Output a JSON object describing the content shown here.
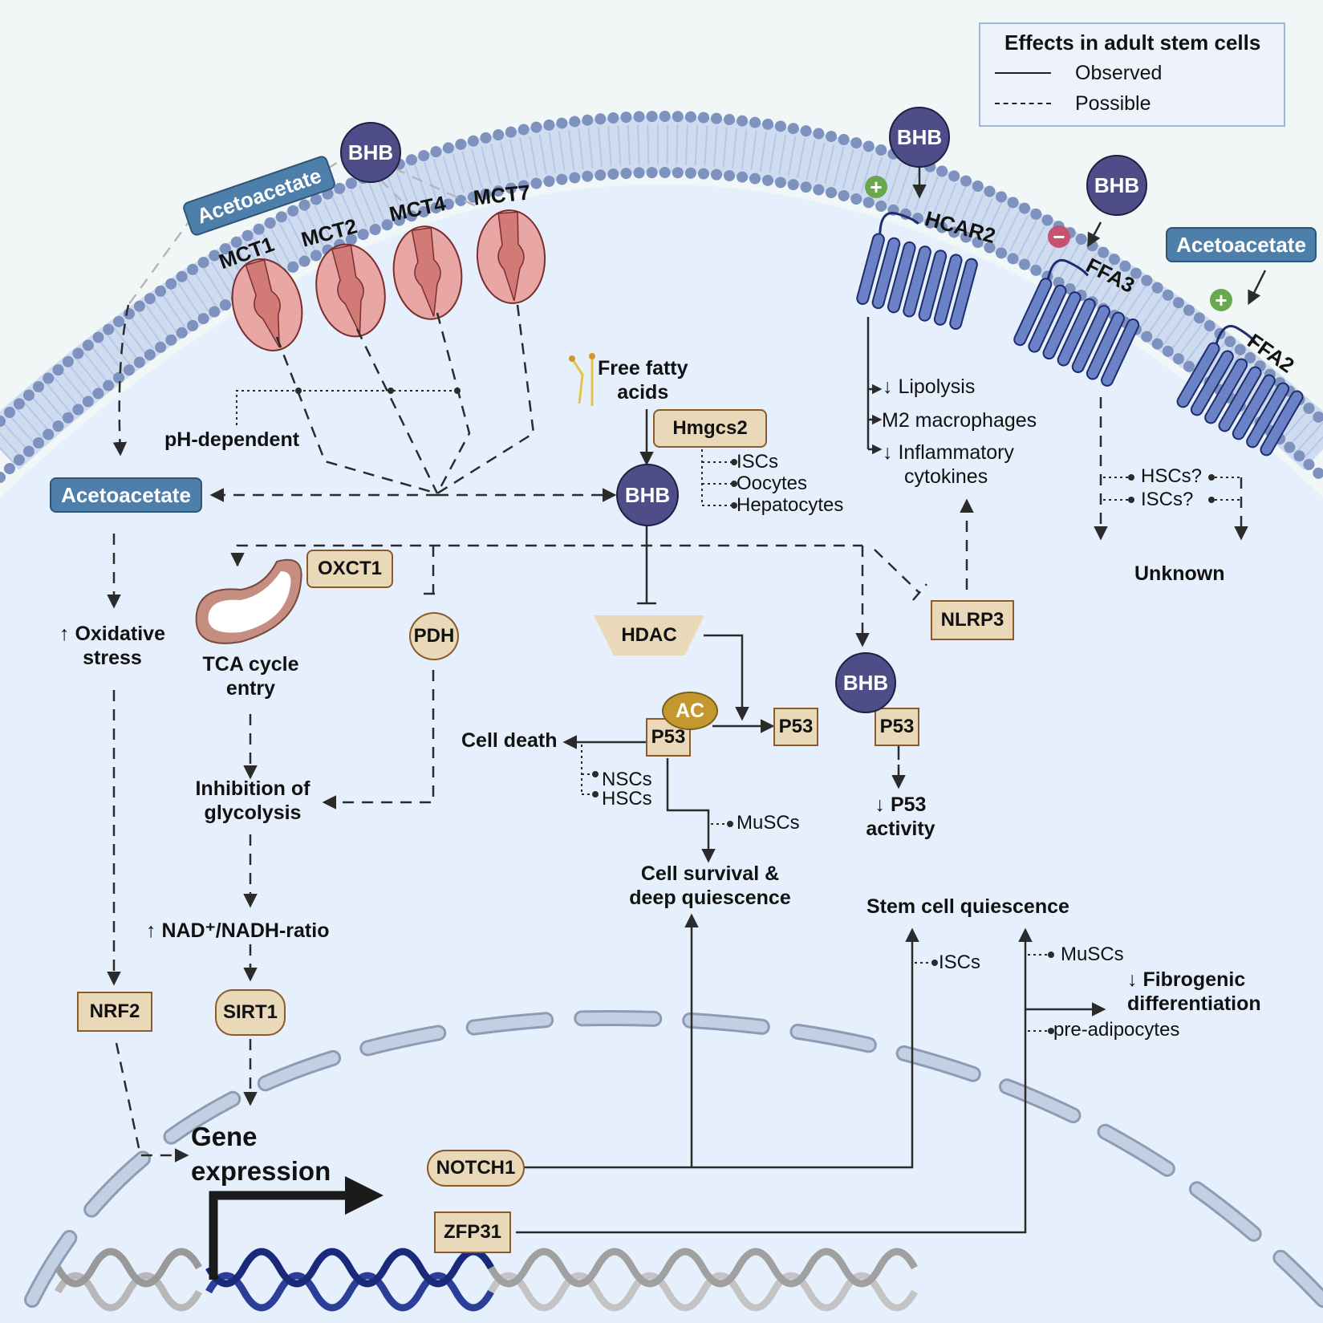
{
  "legend": {
    "title": "Effects in adult stem cells",
    "items": [
      {
        "style": "solid",
        "label": "Observed"
      },
      {
        "style": "dashed",
        "label": "Possible"
      }
    ]
  },
  "colors": {
    "background_outside": "#f1f7f6",
    "cytoplasm": "#e6f0fd",
    "membrane_head": "#7e92bf",
    "bhb": "#4f4d88",
    "acetoacetate": "#4e7faa",
    "protein_tan": "#ead9b9",
    "mct": "#e8a6a4",
    "gpcr": "#6b82c6",
    "plus": "#6aa84f",
    "minus": "#c65270",
    "ac": "#c4982f",
    "dna_active": "#233a8c",
    "dna_inactive": "#b8b8b8",
    "nucleus_envelope": "#c3cfe3"
  },
  "extracellular": {
    "acetoacetate_top_left": "Acetoacetate",
    "bhb_top_left": "BHB",
    "bhb_hcar2": "BHB",
    "bhb_ffa3": "BHB",
    "acetoacetate_right": "Acetoacetate"
  },
  "transporters": [
    "MCT1",
    "MCT2",
    "MCT4",
    "MCT7"
  ],
  "receptors": {
    "hcar2": {
      "label": "HCAR2",
      "effect": "+"
    },
    "ffa3": {
      "label": "FFA3",
      "effect": "−"
    },
    "ffa2": {
      "label": "FFA2",
      "effect": "+"
    }
  },
  "cytoplasm": {
    "ph_dependent": "pH-dependent",
    "acetoacetate": "Acetoacetate",
    "free_fatty_acids": [
      "Free fatty",
      "acids"
    ],
    "hmgcs2": "Hmgcs2",
    "hmgcs2_cells": [
      "ISCs",
      "Oocytes",
      "Hepatocytes"
    ],
    "bhb_center": "BHB",
    "oxidative_stress": [
      "↑ Oxidative",
      "stress"
    ],
    "oxct1": "OXCT1",
    "tca_cycle": [
      "TCA cycle",
      "entry"
    ],
    "pdh": "PDH",
    "inhibition_glycolysis": [
      "Inhibition of",
      "glycolysis"
    ],
    "nad_ratio": "↑ NAD⁺/NADH-ratio",
    "nrf2": "NRF2",
    "sirt1": "SIRT1",
    "hdac": "HDAC",
    "ac": "AC",
    "p53_acetylated": "P53",
    "p53_right": "P53",
    "cell_death": "Cell death",
    "cell_death_cells": [
      "NSCs",
      "HSCs"
    ],
    "muscs_1": "MuSCs",
    "cell_survival": [
      "Cell survival &",
      "deep quiescence"
    ],
    "bhb_p53": "BHB",
    "p53_bhb": "P53",
    "p53_activity": [
      "↓ P53",
      "activity"
    ],
    "nlrp3": "NLRP3",
    "hcar2_effects": [
      "↓ Lipolysis",
      "M2 macrophages",
      "↓ Inflammatory",
      "cytokines"
    ],
    "unknown_cells": [
      "HSCs?",
      "ISCs?"
    ],
    "unknown": "Unknown",
    "stem_cell_quiescence": "Stem cell quiescence",
    "iscs_notch": "ISCs",
    "muscs_2": "MuSCs",
    "fibrogenic": [
      "↓  Fibrogenic",
      "differentiation"
    ],
    "pre_adipocytes": "pre-adipocytes"
  },
  "nucleus": {
    "gene_expression": [
      "Gene",
      "expression"
    ],
    "notch1": "NOTCH1",
    "zfp31": "ZFP31"
  }
}
